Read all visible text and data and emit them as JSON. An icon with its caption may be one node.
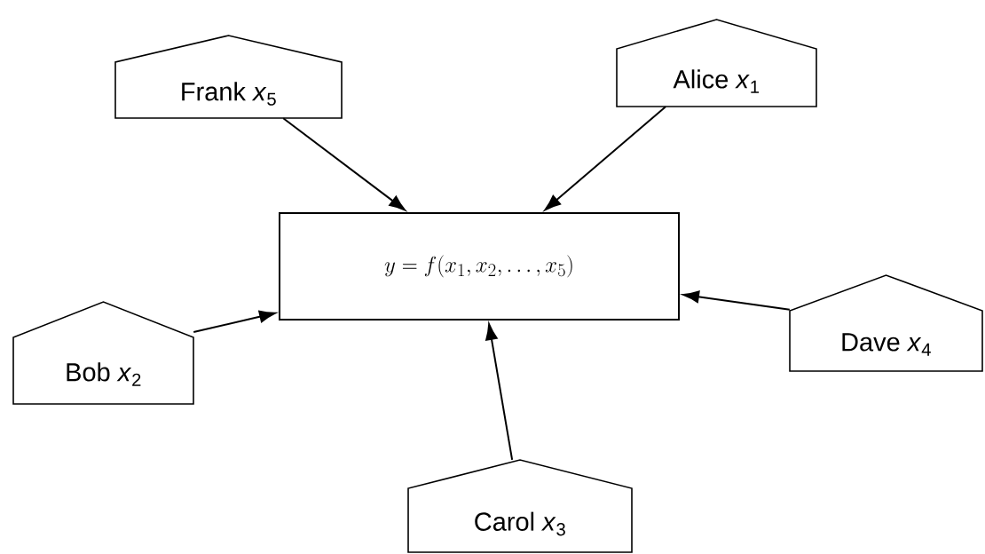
{
  "diagram": {
    "nodes": [
      {
        "text": [
          "Frank *x*$_{5}$"
        ]
      },
      {
        "text": [
          "Alice *x*$_{1}$"
        ]
      },
      {
        "text": [
          "y = f(x_1, x_2, \\ldots, x_5)"
        ]
      },
      {
        "text": [
          "Bob *x*$_{2}$"
        ]
      },
      {
        "text": [
          "Dave *x*$_{4}$"
        ]
      },
      {
        "text": [
          "Carol *x*$_{3}$"
        ]
      }
    ],
    "edges": [
      {
        "from": 0,
        "to": 2,
        "arrow": "to"
      },
      {
        "from": 1,
        "to": 2,
        "arrow": "to"
      },
      {
        "from": 3,
        "to": 2,
        "arrow": "to"
      },
      {
        "from": 4,
        "to": 2,
        "arrow": "to"
      },
      {
        "from": 5,
        "to": 2,
        "arrow": "to"
      }
    ]
  }
}
